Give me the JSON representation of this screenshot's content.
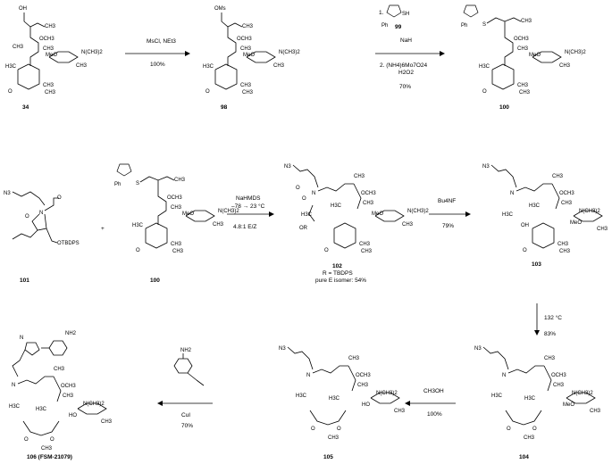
{
  "compounds": {
    "c34": "34",
    "c98": "98",
    "c100a": "100",
    "c101": "101",
    "c100b": "100",
    "c102": "102",
    "c103": "103",
    "c104": "104",
    "c105": "105",
    "c106": "106 (FSM-21079)"
  },
  "reagents": {
    "r1_top": "MsCl, NEt3",
    "r1_bottom": "100%",
    "r2_step1": "1.",
    "r2_reagent": "99",
    "r2_nah": "NaH",
    "r2_step2": "2. (NH4)6Mo7O24",
    "r2_h2o2": "H2O2",
    "r2_yield": "70%",
    "r3_top1": "NaHMDS",
    "r3_top2": "–78 → 23 °C",
    "r3_bottom": "4.8:1 E/Z",
    "r4_top": "Bu4NF",
    "r4_bottom": "79%",
    "r5_top": "132 °C",
    "r5_bottom": "83%",
    "r6_top": "CH3OH",
    "r6_bottom": "100%",
    "r7_top": "CuI",
    "r7_bottom": "70%",
    "plus": "+"
  },
  "notes": {
    "r_def": "R = TBDPS",
    "pure_e": "pure E isomer: 54%"
  },
  "labels": {
    "oh": "OH",
    "oms": "OMs",
    "och3": "OCH3",
    "ch3": "CH3",
    "h3c": "H3C",
    "n_me2": "N(CH3)2",
    "meo": "MeO",
    "o": "O",
    "n": "N",
    "n3": "N3",
    "ph": "Ph",
    "so2": "S",
    "sh": "SH",
    "otbdps": "OTBDPS",
    "or": "OR",
    "ho": "HO",
    "nh2": "NH2",
    "nn": "N"
  }
}
